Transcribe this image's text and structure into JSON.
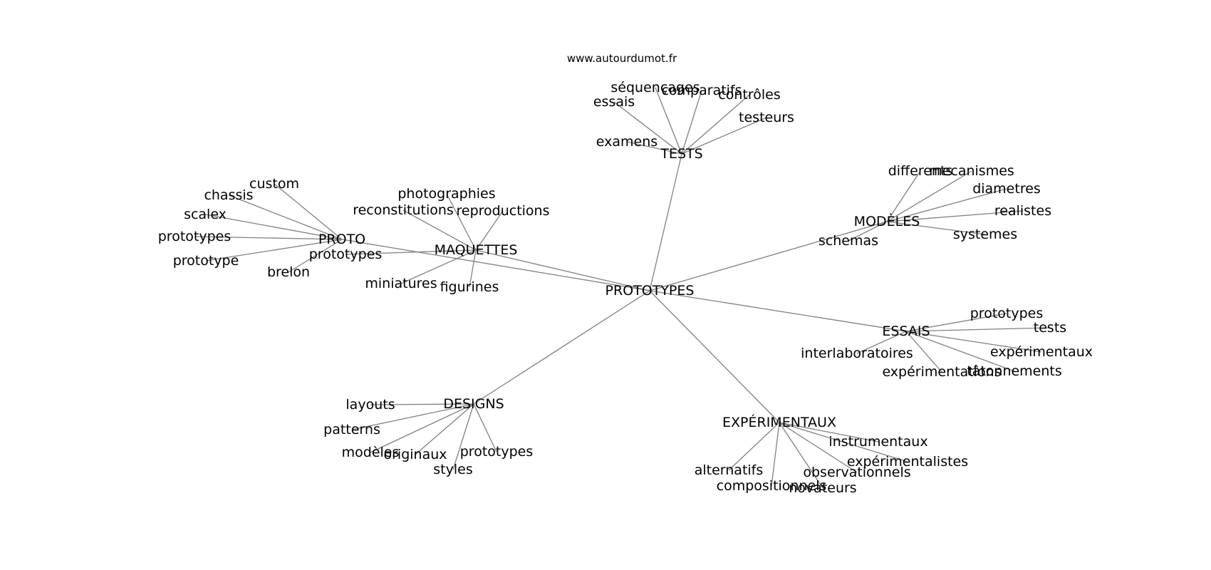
{
  "source": "www.autourdumot.fr",
  "graph": {
    "root": "PROTOTYPES",
    "nodes": [
      {
        "id": "PROTOTYPES",
        "label": "PROTOTYPES"
      },
      {
        "id": "TESTS",
        "label": "TESTS"
      },
      {
        "id": "MODELES",
        "label": "MODÈLES"
      },
      {
        "id": "MAQUETTES",
        "label": "MAQUETTES"
      },
      {
        "id": "PROTO",
        "label": "PROTO"
      },
      {
        "id": "ESSAIS",
        "label": "ESSAIS"
      },
      {
        "id": "DESIGNS",
        "label": "DESIGNS"
      },
      {
        "id": "EXPERIMENTAUX",
        "label": "EXPÉRIMENTAUX"
      },
      {
        "id": "t1",
        "label": "essais"
      },
      {
        "id": "t2",
        "label": "séquençages"
      },
      {
        "id": "t3",
        "label": "comparatifs"
      },
      {
        "id": "t4",
        "label": "contrôles"
      },
      {
        "id": "t5",
        "label": "testeurs"
      },
      {
        "id": "t6",
        "label": "examens"
      },
      {
        "id": "m1",
        "label": "differents"
      },
      {
        "id": "m2",
        "label": "mecanismes"
      },
      {
        "id": "m3",
        "label": "diametres"
      },
      {
        "id": "m4",
        "label": "realistes"
      },
      {
        "id": "m5",
        "label": "systemes"
      },
      {
        "id": "m6",
        "label": "schemas"
      },
      {
        "id": "q1",
        "label": "photographies"
      },
      {
        "id": "q2",
        "label": "reconstitutions"
      },
      {
        "id": "q3",
        "label": "reproductions"
      },
      {
        "id": "q4",
        "label": "miniatures"
      },
      {
        "id": "q5",
        "label": "figurines"
      },
      {
        "id": "q6",
        "label": "prototypes"
      },
      {
        "id": "p1",
        "label": "custom"
      },
      {
        "id": "p2",
        "label": "chassis"
      },
      {
        "id": "p3",
        "label": "scalex"
      },
      {
        "id": "p4",
        "label": "prototypes"
      },
      {
        "id": "p5",
        "label": "prototype"
      },
      {
        "id": "p6",
        "label": "brelon"
      },
      {
        "id": "e1",
        "label": "prototypes"
      },
      {
        "id": "e2",
        "label": "tests"
      },
      {
        "id": "e3",
        "label": "interlaboratoires"
      },
      {
        "id": "e4",
        "label": "expérimentaux"
      },
      {
        "id": "e5",
        "label": "expérimentations"
      },
      {
        "id": "e6",
        "label": "tâtonnements"
      },
      {
        "id": "d1",
        "label": "layouts"
      },
      {
        "id": "d2",
        "label": "patterns"
      },
      {
        "id": "d3",
        "label": "modèles"
      },
      {
        "id": "d4",
        "label": "originaux"
      },
      {
        "id": "d5",
        "label": "styles"
      },
      {
        "id": "d6",
        "label": "prototypes"
      },
      {
        "id": "x1",
        "label": "instrumentaux"
      },
      {
        "id": "x2",
        "label": "expérimentalistes"
      },
      {
        "id": "x3",
        "label": "observationnels"
      },
      {
        "id": "x4",
        "label": "alternatifs"
      },
      {
        "id": "x5",
        "label": "compositionnels"
      },
      {
        "id": "x6",
        "label": "novateurs"
      }
    ],
    "edges": [
      [
        "PROTOTYPES",
        "TESTS"
      ],
      [
        "PROTOTYPES",
        "MODELES"
      ],
      [
        "PROTOTYPES",
        "MAQUETTES"
      ],
      [
        "PROTOTYPES",
        "PROTO"
      ],
      [
        "PROTOTYPES",
        "ESSAIS"
      ],
      [
        "PROTOTYPES",
        "DESIGNS"
      ],
      [
        "PROTOTYPES",
        "EXPERIMENTAUX"
      ],
      [
        "TESTS",
        "t1"
      ],
      [
        "TESTS",
        "t2"
      ],
      [
        "TESTS",
        "t3"
      ],
      [
        "TESTS",
        "t4"
      ],
      [
        "TESTS",
        "t5"
      ],
      [
        "TESTS",
        "t6"
      ],
      [
        "MODELES",
        "m1"
      ],
      [
        "MODELES",
        "m2"
      ],
      [
        "MODELES",
        "m3"
      ],
      [
        "MODELES",
        "m4"
      ],
      [
        "MODELES",
        "m5"
      ],
      [
        "MODELES",
        "m6"
      ],
      [
        "MAQUETTES",
        "q1"
      ],
      [
        "MAQUETTES",
        "q2"
      ],
      [
        "MAQUETTES",
        "q3"
      ],
      [
        "MAQUETTES",
        "q4"
      ],
      [
        "MAQUETTES",
        "q5"
      ],
      [
        "MAQUETTES",
        "q6"
      ],
      [
        "PROTO",
        "p1"
      ],
      [
        "PROTO",
        "p2"
      ],
      [
        "PROTO",
        "p3"
      ],
      [
        "PROTO",
        "p4"
      ],
      [
        "PROTO",
        "p5"
      ],
      [
        "PROTO",
        "p6"
      ],
      [
        "ESSAIS",
        "e1"
      ],
      [
        "ESSAIS",
        "e2"
      ],
      [
        "ESSAIS",
        "e3"
      ],
      [
        "ESSAIS",
        "e4"
      ],
      [
        "ESSAIS",
        "e5"
      ],
      [
        "ESSAIS",
        "e6"
      ],
      [
        "DESIGNS",
        "d1"
      ],
      [
        "DESIGNS",
        "d2"
      ],
      [
        "DESIGNS",
        "d3"
      ],
      [
        "DESIGNS",
        "d4"
      ],
      [
        "DESIGNS",
        "d5"
      ],
      [
        "DESIGNS",
        "d6"
      ],
      [
        "EXPERIMENTAUX",
        "x1"
      ],
      [
        "EXPERIMENTAUX",
        "x2"
      ],
      [
        "EXPERIMENTAUX",
        "x3"
      ],
      [
        "EXPERIMENTAUX",
        "x4"
      ],
      [
        "EXPERIMENTAUX",
        "x5"
      ],
      [
        "EXPERIMENTAUX",
        "x6"
      ]
    ]
  }
}
